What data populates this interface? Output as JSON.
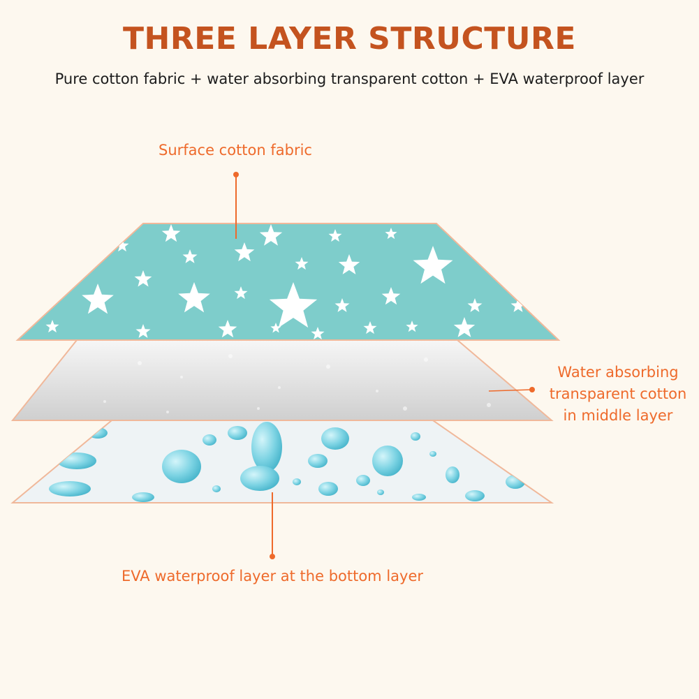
{
  "header": {
    "title": "THREE LAYER STRUCTURE",
    "subtitle": "Pure cotton fabric + water absorbing transparent cotton + EVA waterproof layer"
  },
  "layers": [
    {
      "id": "top",
      "label": "Surface cotton fabric",
      "color": "#7ecdcb",
      "pattern": "white stars"
    },
    {
      "id": "middle",
      "label_lines": [
        "Water absorbing",
        "transparent cotton",
        "in middle layer"
      ],
      "color": "#d9d9d9",
      "pattern": "fleece"
    },
    {
      "id": "bottom",
      "label": "EVA waterproof layer at the bottom layer",
      "color": "#eef3f5",
      "pattern": "water droplets"
    }
  ],
  "colors": {
    "title": "#c4531f",
    "callout": "#ee6a2b",
    "background": "#fdf8ef"
  }
}
